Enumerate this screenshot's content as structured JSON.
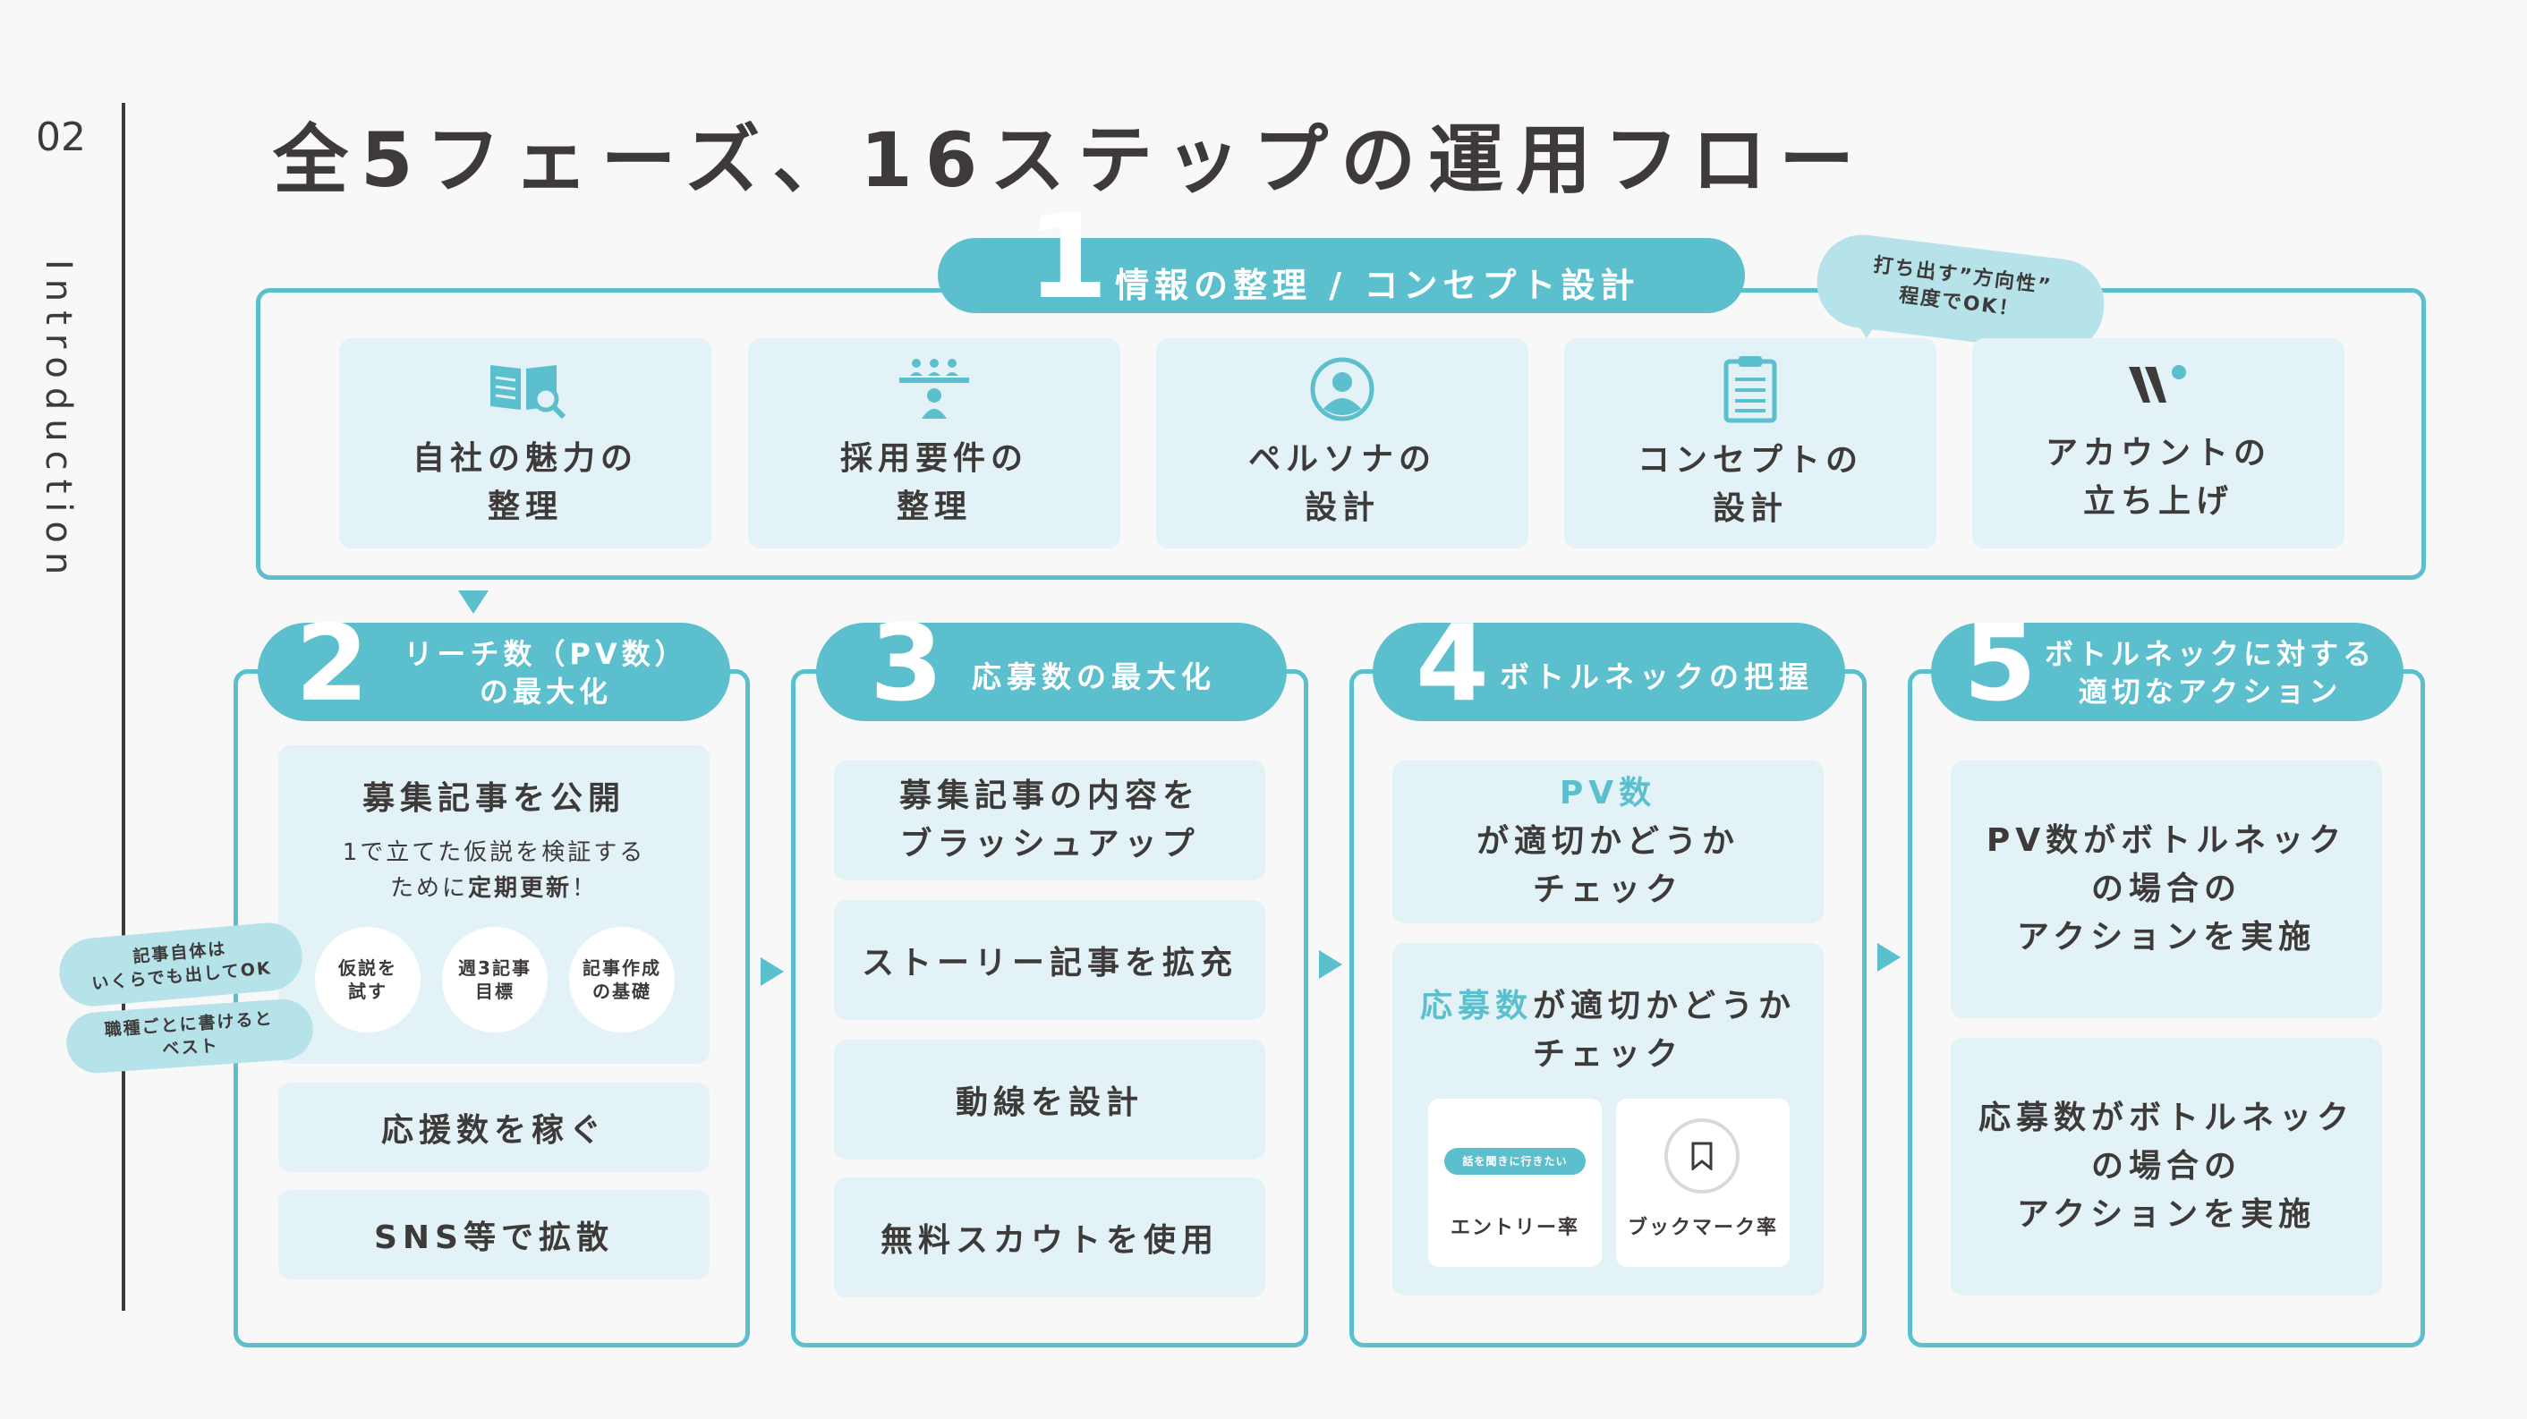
{
  "slide_number": "02",
  "section_label": "Introduction",
  "title": "全5フェーズ、16ステップの運用フロー",
  "phase1": {
    "number": "1",
    "label": "情報の整理 / コンセプト設計",
    "note": [
      "打ち出す”方向性”",
      "程度でOK！"
    ],
    "cards": [
      {
        "icon": "book-search-icon",
        "line1": "自社の魅力の",
        "line2": "整理"
      },
      {
        "icon": "people-meeting-icon",
        "line1": "採用要件の",
        "line2": "整理"
      },
      {
        "icon": "persona-icon",
        "line1": "ペルソナの",
        "line2": "設計"
      },
      {
        "icon": "clipboard-icon",
        "line1": "コンセプトの",
        "line2": "設計"
      },
      {
        "icon": "wantedly-logo-icon",
        "line1": "アカウントの",
        "line2": "立ち上げ"
      }
    ]
  },
  "phase2": {
    "number": "2",
    "label_line1": "リーチ数（PV数）",
    "label_line2": "の最大化",
    "main_card": {
      "title": "募集記事を公開",
      "desc_line1": "1で立てた仮説を検証する",
      "desc_line2_a": "ために",
      "desc_line2_b": "定期更新",
      "desc_line2_c": "！",
      "circles": [
        {
          "line1": "仮説を",
          "line2": "試す"
        },
        {
          "line1": "週3記事",
          "line2": "目標"
        },
        {
          "line1": "記事作成",
          "line2": "の基礎"
        }
      ]
    },
    "notes": [
      {
        "line1": "記事自体は",
        "line2": "いくらでも出してOK"
      },
      {
        "line1": "職種ごとに書けると",
        "line2": "ベスト"
      }
    ],
    "cards": [
      "応援数を稼ぐ",
      "SNS等で拡散"
    ]
  },
  "phase3": {
    "number": "3",
    "label": "応募数の最大化",
    "cards": [
      {
        "line1": "募集記事の内容を",
        "line2": "ブラッシュアップ"
      },
      {
        "line1": "ストーリー記事を拡充",
        "line2": ""
      },
      {
        "line1": "動線を設計",
        "line2": ""
      },
      {
        "line1": "無料スカウトを使用",
        "line2": ""
      }
    ]
  },
  "phase4": {
    "number": "4",
    "label": "ボトルネックの把握",
    "card1": {
      "highlight": "PV数",
      "rest": "が適切かどうか",
      "line2": "チェック"
    },
    "card2": {
      "highlight": "応募数",
      "rest": "が適切かどうか",
      "line2": "チェック"
    },
    "mini_cards": [
      {
        "button_text": "話を聞きに行きたい",
        "label": "エントリー率"
      },
      {
        "icon": "bookmark-icon",
        "label": "ブックマーク率"
      }
    ]
  },
  "phase5": {
    "number": "5",
    "label_line1": "ボトルネックに対する",
    "label_line2": "適切なアクション",
    "cards": [
      {
        "line1": "PV数がボトルネック",
        "line2": "の場合の",
        "line3": "アクションを実施"
      },
      {
        "line1": "応募数がボトルネック",
        "line2": "の場合の",
        "line3": "アクションを実施"
      }
    ]
  },
  "colors": {
    "accent": "#5cbfcd",
    "card_bg": "#e2f2f6",
    "text": "#3d3a39",
    "note_bg": "#b6e3ea"
  }
}
